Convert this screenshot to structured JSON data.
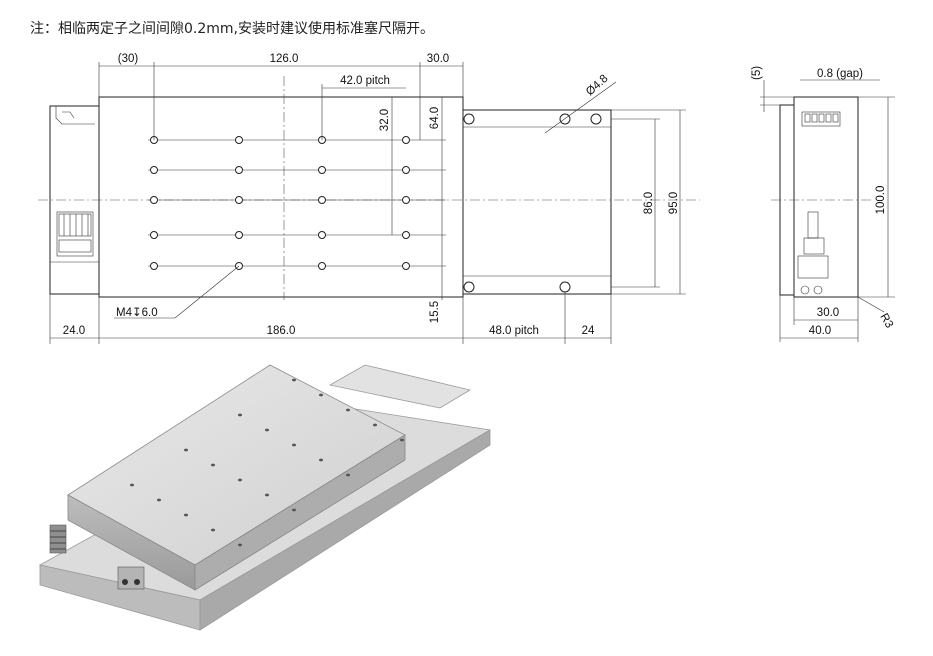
{
  "note": "注：相临两定子之间间隙0.2mm,安装时建议使用标准塞尺隔开。",
  "top_view": {
    "dims": {
      "d30_paren": "(30)",
      "d126": "126.0",
      "d30": "30.0",
      "pitch42": "42.0  pitch",
      "d32": "32.0",
      "d64": "64.0",
      "phi48": "Ø4.8",
      "d86": "86.0",
      "d95": "95.0",
      "d15_5": "15.5",
      "d24_left": "24.0",
      "d186": "186.0",
      "pitch48": "48.0 pitch",
      "d24_right": "24",
      "hole_callout": "M4↧6.0"
    }
  },
  "side_view": {
    "dims": {
      "d5": "(5)",
      "gap": "0.8 (gap)",
      "d100": "100.0",
      "d30": "30.0",
      "d40": "40.0",
      "r3": "R3"
    }
  },
  "iso_view": {
    "hole_grid": {
      "rows": 5,
      "cols": 4
    }
  }
}
